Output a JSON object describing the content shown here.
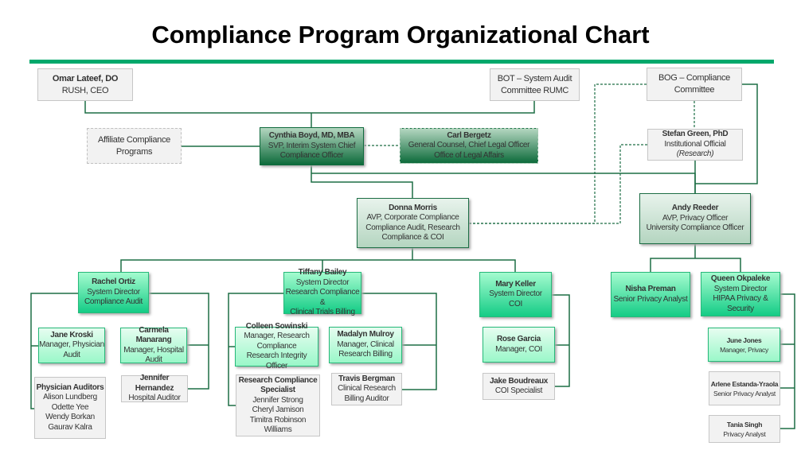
{
  "title": "Compliance Program Organizational Chart",
  "colors": {
    "accent": "#00a86b",
    "line": "#1d6e45"
  },
  "nodes": {
    "omar": {
      "name": "Omar Lateef, DO",
      "role": "RUSH, CEO"
    },
    "bot": {
      "line1": "BOT –  System Audit",
      "line2": "Committee RUMC"
    },
    "bog": {
      "line1": "BOG – Compliance",
      "line2": "Committee"
    },
    "affiliate": {
      "line1": "Affiliate Compliance",
      "line2": "Programs"
    },
    "cynthia": {
      "name": "Cynthia Boyd, MD, MBA",
      "role1": "SVP, Interim System Chief",
      "role2": "Compliance Officer"
    },
    "carl": {
      "name": "Carl Bergetz",
      "role1": "General Counsel, Chief Legal Officer",
      "role2": "Office of Legal Affairs"
    },
    "stefan": {
      "name": "Stefan Green, PhD",
      "role1": "Institutional Official",
      "role2": "(Research)"
    },
    "donna": {
      "name": "Donna Morris",
      "role1": "AVP, Corporate Compliance",
      "role2": "Compliance Audit, Research",
      "role3": "Compliance & COI"
    },
    "andy": {
      "name": "Andy Reeder",
      "role1": "AVP, Privacy Officer",
      "role2": "University Compliance Officer"
    },
    "rachel": {
      "name": "Rachel Ortiz",
      "role1": "System Director",
      "role2": "Compliance Audit"
    },
    "tiffany": {
      "name": "Tiffany Bailey",
      "role1": "System Director",
      "role2": "Research Compliance &",
      "role3": "Clinical Trials Billing"
    },
    "mary": {
      "name": "Mary Keller",
      "role1": "System Director",
      "role2": "COI"
    },
    "nisha": {
      "name": "Nisha Preman",
      "role1": "Senior Privacy Analyst"
    },
    "queen": {
      "name": "Queen Okpaleke",
      "role1": "System Director",
      "role2": "HIPAA Privacy & Security"
    },
    "jane": {
      "name": "Jane Kroski",
      "role1": "Manager, Physician",
      "role2": "Audit"
    },
    "carmela": {
      "name": "Carmela Manarang",
      "role1": "Manager, Hospital",
      "role2": "Audit"
    },
    "physician_auditors": {
      "name": "Physician Auditors",
      "members": [
        "Alison Lundberg",
        "Odette Yee",
        "Wendy Borkan",
        "Gaurav Kalra"
      ]
    },
    "jennifer_h": {
      "name": "Jennifer Hernandez",
      "role1": "Hospital Auditor"
    },
    "colleen": {
      "name": "Colleen Sowinski",
      "role1": "Manager, Research",
      "role2": "Compliance",
      "role3": "Research Integrity Officer"
    },
    "madalyn": {
      "name": "Madalyn Mulroy",
      "role1": "Manager, Clinical",
      "role2": "Research Billing"
    },
    "rcs": {
      "name1": "Research Compliance",
      "name2": "Specialist",
      "members": [
        "Jennifer Strong",
        "Cheryl Jamison",
        "Timitra Robinson Williams"
      ]
    },
    "travis": {
      "name": "Travis Bergman",
      "role1": "Clinical Research",
      "role2": "Billing Auditor"
    },
    "rose": {
      "name": "Rose Garcia",
      "role1": "Manager, COI"
    },
    "jake": {
      "name": "Jake Boudreaux",
      "role1": "COI Specialist"
    },
    "june": {
      "name": "June Jones",
      "role1": "Manager, Privacy"
    },
    "arlene": {
      "name": "Arlene Estanda-Yraola",
      "role1": "Senior Privacy Analyst"
    },
    "tania": {
      "name": "Tania Singh",
      "role1": "Privacy Analyst"
    }
  }
}
